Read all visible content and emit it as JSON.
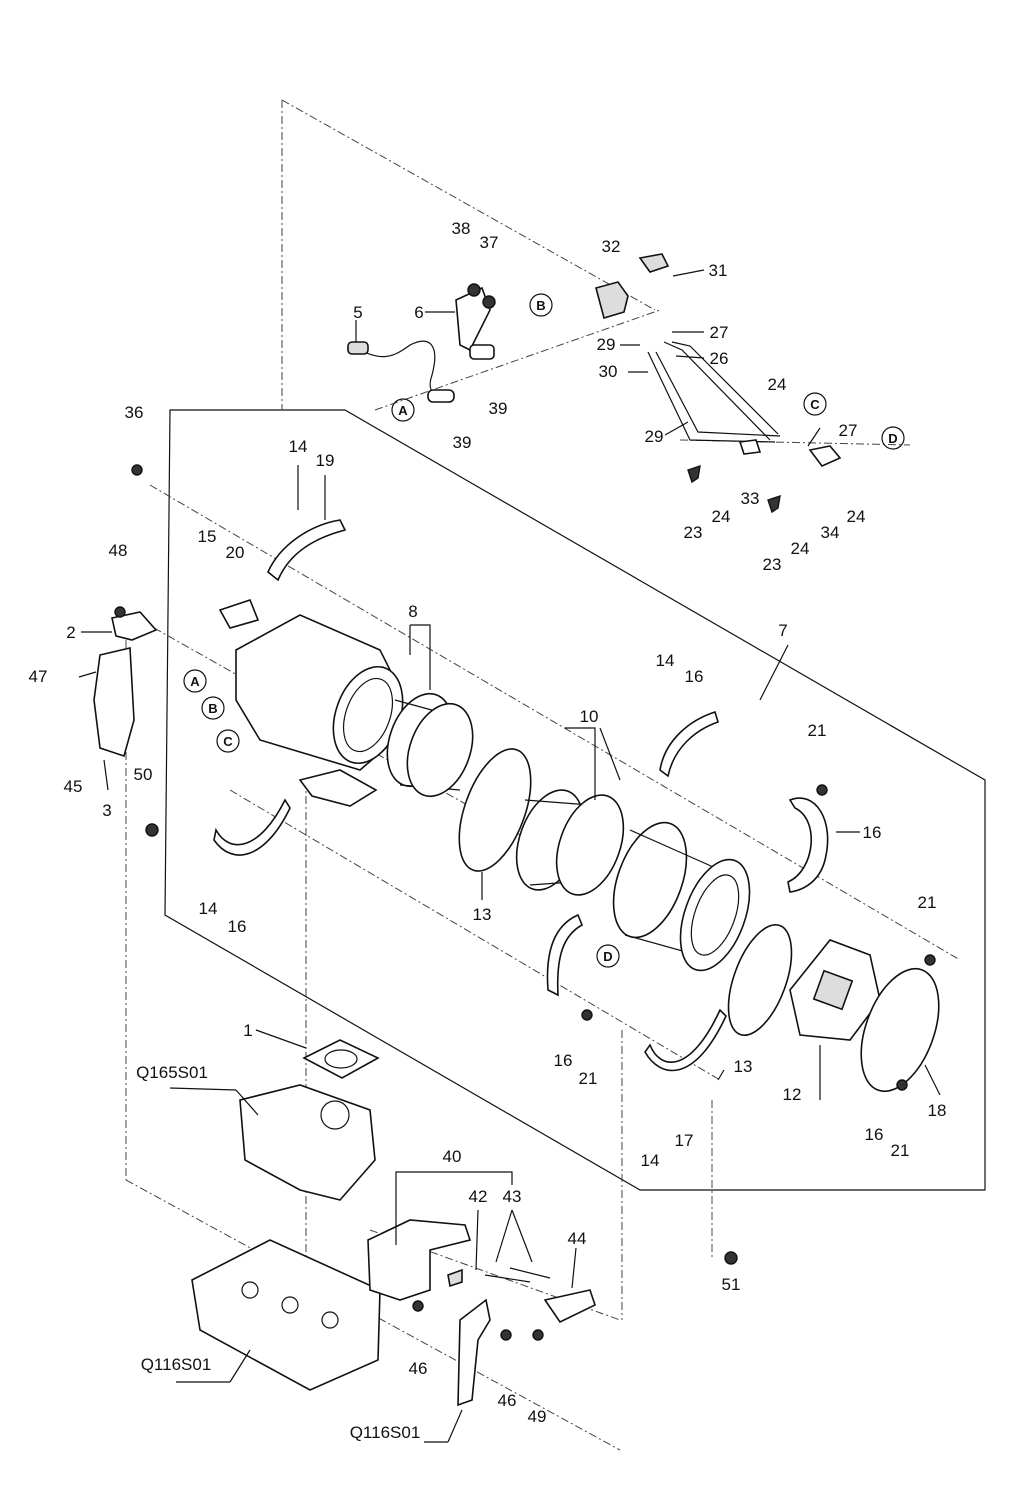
{
  "callouts": {
    "c1": "1",
    "c2": "2",
    "c3": "3",
    "c5": "5",
    "c6": "6",
    "c7": "7",
    "c8": "8",
    "c10": "10",
    "c12": "12",
    "c13a": "13",
    "c13b": "13",
    "c14a": "14",
    "c14b": "14",
    "c14c": "14",
    "c14d": "14",
    "c15": "15",
    "c16a": "16",
    "c16b": "16",
    "c16c": "16",
    "c16d": "16",
    "c16e": "16",
    "c17": "17",
    "c18": "18",
    "c19": "19",
    "c20": "20",
    "c21a": "21",
    "c21b": "21",
    "c21c": "21",
    "c21d": "21",
    "c23a": "23",
    "c23b": "23",
    "c24a": "24",
    "c24b": "24",
    "c24c": "24",
    "c24d": "24",
    "c26": "26",
    "c27a": "27",
    "c27b": "27",
    "c29a": "29",
    "c29b": "29",
    "c30": "30",
    "c31": "31",
    "c32": "32",
    "c33": "33",
    "c34": "34",
    "c36": "36",
    "c37": "37",
    "c38": "38",
    "c39a": "39",
    "c39b": "39",
    "c40": "40",
    "c42": "42",
    "c43": "43",
    "c44": "44",
    "c45": "45",
    "c46a": "46",
    "c46b": "46",
    "c47": "47",
    "c48": "48",
    "c49": "49",
    "c50": "50",
    "c51": "51"
  },
  "circled_refs": {
    "a_top": "A",
    "b_top": "B",
    "c_top": "C",
    "d_top": "D",
    "a_left": "A",
    "b_left": "B",
    "c_left": "C",
    "d_mid": "D"
  },
  "assembly_refs": {
    "q165": "Q165S01",
    "q116_head": "Q116S01",
    "q116_bracket": "Q116S01"
  }
}
